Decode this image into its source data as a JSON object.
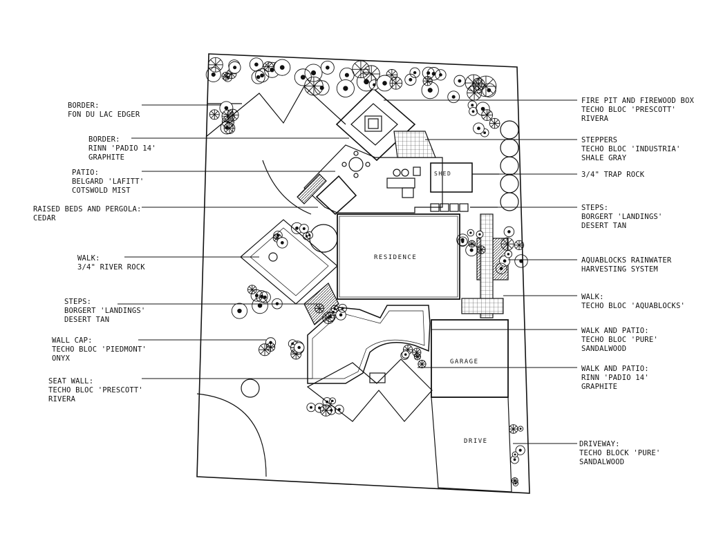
{
  "plan": {
    "rooms": {
      "residence": "RESIDENCE",
      "shed": "SHED",
      "garage": "GARAGE",
      "drive": "DRIVE"
    },
    "callouts_left": [
      {
        "lines": [
          "BORDER:",
          "FON DU LAC EDGER"
        ]
      },
      {
        "lines": [
          "BORDER:",
          "RINN 'PADIO 14'",
          "GRAPHITE"
        ]
      },
      {
        "lines": [
          "PATIO:",
          "BELGARD 'LAFITT'",
          "COTSWOLD MIST"
        ]
      },
      {
        "lines": [
          "RAISED BEDS AND PERGOLA:",
          "CEDAR"
        ]
      },
      {
        "lines": [
          "WALK:",
          "3/4\" RIVER ROCK"
        ]
      },
      {
        "lines": [
          "STEPS:",
          "BORGERT 'LANDINGS'",
          "DESERT TAN"
        ]
      },
      {
        "lines": [
          "WALL CAP:",
          "TECHO BLOC 'PIEDMONT'",
          "ONYX"
        ]
      },
      {
        "lines": [
          "SEAT WALL:",
          "TECHO BLOC 'PRESCOTT'",
          "RIVERA"
        ]
      }
    ],
    "callouts_right": [
      {
        "lines": [
          "FIRE PIT AND FIREWOOD BOX",
          "TECHO BLOC 'PRESCOTT'",
          "RIVERA"
        ]
      },
      {
        "lines": [
          "STEPPERS",
          "TECHO BLOC 'INDUSTRIA'",
          "SHALE GRAY"
        ]
      },
      {
        "lines": [
          "3/4\" TRAP ROCK"
        ]
      },
      {
        "lines": [
          "STEPS:",
          "BORGERT 'LANDINGS'",
          "DESERT TAN"
        ]
      },
      {
        "lines": [
          "AQUABLOCKS RAINWATER",
          "HARVESTING SYSTEM"
        ]
      },
      {
        "lines": [
          "WALK:",
          "TECHO BLOC 'AQUABLOCKS'"
        ]
      },
      {
        "lines": [
          "WALK AND PATIO:",
          "TECHO BLOC 'PURE'",
          "SANDALWOOD"
        ]
      },
      {
        "lines": [
          "WALK AND PATIO:",
          "RINN 'PADIO 14'",
          "GRAPHITE"
        ]
      },
      {
        "lines": [
          "DRIVEWAY:",
          "TECHO BLOCK 'PURE'",
          "SANDALWOOD"
        ]
      }
    ]
  }
}
